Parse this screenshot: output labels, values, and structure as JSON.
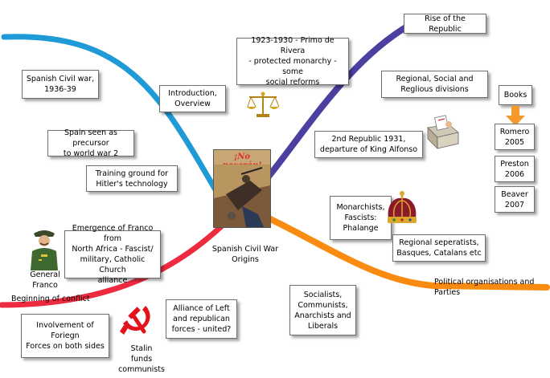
{
  "center": {
    "label": "Spanish Civil War\nOrigins",
    "poster_text": "¡No pasarán!"
  },
  "branches": {
    "rise_of_republic": "Rise of the Republic",
    "political_organisations": "Political organisations and Parties",
    "beginning_of_conflict": "Beginning of conflict"
  },
  "boxes": {
    "spanish_civil_war": "Spanish Civil war,\n1936-39",
    "introduction": "Introduction,\nOverview",
    "precursor": "Spain seen as precursor\nto world war 2",
    "training_ground": "Training ground for\nHitler's technology",
    "primo_de_rivera": "1923-1930 - Primo de Rivera\n- protected monarchy - some\nsocial reforms",
    "regional_divisions": "Regional, Social  and\nReglious divisions",
    "second_republic": "2nd Republic 1931,\ndeparture of King Alfonso",
    "monarchists": "Monarchists,\nFascists:\nPhalange",
    "regional_separatists": "Regional seperatists,\nBasques, Catalans etc",
    "socialists": "Socialists,\nCommunists,\nAnarchists and\nLiberals",
    "emergence_of_franco": "Emergence of Franco from\nNorth Africa - Fascist/\nmilitary, Catholic Church\nalliance",
    "alliance_left": "Alliance of Left\nand republican\nforces - united?",
    "foreign_forces": "Involvement of Foriegn\nForces on both sides"
  },
  "books": {
    "header": "Books",
    "items": [
      "Romero\n2005",
      "Preston\n2006",
      "Beaver\n2007"
    ]
  },
  "labels": {
    "general_franco": "General\nFranco",
    "stalin_funds": "Stalin\nfunds\ncommunists"
  },
  "colors": {
    "cyan_branch": "#1e9ad6",
    "purple_branch": "#4b3fa0",
    "orange_branch": "#f98c10",
    "red_branch": "#ee2a3f",
    "books_arrow": "#f39a2a"
  }
}
